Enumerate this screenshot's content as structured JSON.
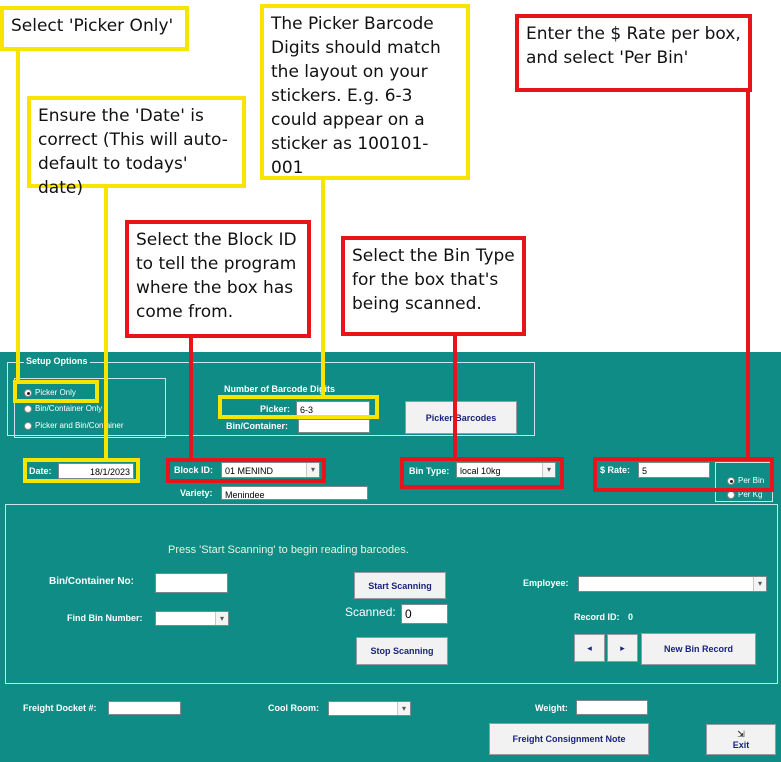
{
  "annotations": {
    "picker_only": "Select 'Picker Only'",
    "date": "Ensure the 'Date' is correct (This will auto-default to todays' date)",
    "barcode": "The Picker Barcode Digits should match the layout on your stickers. E.g. 6-3 could appear on a sticker as 100101-001",
    "rate": "Enter the $ Rate per box, and select 'Per Bin'",
    "block": "Select the Block ID to tell the program where the box has come from.",
    "bin_type": "Select the Bin Type for the box that's being scanned."
  },
  "setup": {
    "title": "Setup Options",
    "options": [
      "Picker Only",
      "Bin/Container Only",
      "Picker and Bin/Container"
    ],
    "selected": "Picker Only"
  },
  "barcode_digits": {
    "title": "Number of Barcode Digits",
    "picker_label": "Picker:",
    "picker_value": "6-3",
    "bin_label": "Bin/Container:",
    "bin_value": ""
  },
  "picker_barcodes_button": "Picker Barcodes",
  "date": {
    "label": "Date:",
    "value": "18/1/2023"
  },
  "block": {
    "label": "Block ID:",
    "value": "01 MENIND"
  },
  "variety": {
    "label": "Variety:",
    "value": "Menindee"
  },
  "bin_type": {
    "label": "Bin Type:",
    "value": "local 10kg"
  },
  "rate": {
    "label": "$ Rate:",
    "value": "5",
    "options": [
      "Per Bin",
      "Per Kg"
    ],
    "selected": "Per Bin"
  },
  "scan": {
    "prompt": "Press 'Start Scanning' to begin reading barcodes.",
    "bin_no_label": "Bin/Container No:",
    "bin_no_value": "",
    "find_bin_label": "Find Bin Number:",
    "start_button": "Start Scanning",
    "stop_button": "Stop Scanning",
    "scanned_label": "Scanned:",
    "scanned_value": "0",
    "employee_label": "Employee:",
    "record_label": "Record ID:",
    "record_value": "0",
    "prev_symbol": "◂",
    "next_symbol": "▸",
    "new_bin_button": "New Bin Record"
  },
  "footer": {
    "freight_label": "Freight Docket #:",
    "cool_room_label": "Cool Room:",
    "weight_label": "Weight:",
    "consignment_button": "Freight Consignment Note",
    "exit_button": "Exit"
  },
  "colors": {
    "teal": "#0e8c85",
    "yellow": "#f7e400",
    "red": "#e8141c"
  }
}
